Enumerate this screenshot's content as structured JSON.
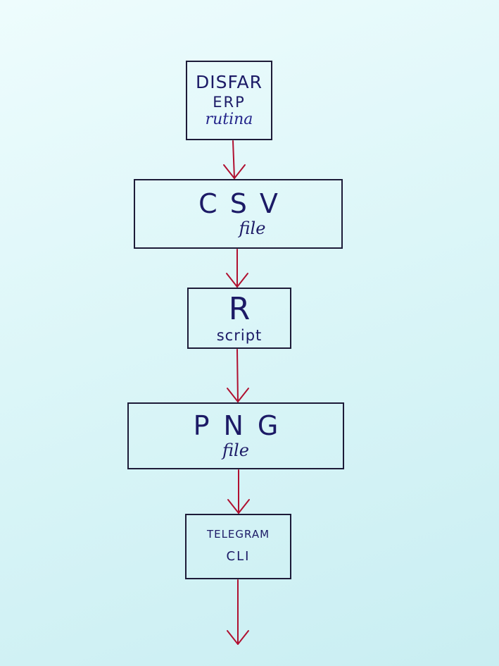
{
  "diagram": {
    "nodes": [
      {
        "id": "box-1",
        "lines": [
          "DISFAR",
          "ERP",
          "rutina"
        ]
      },
      {
        "id": "box-2",
        "lines": [
          "CSV",
          "file"
        ]
      },
      {
        "id": "box-3",
        "lines": [
          "R",
          "script"
        ]
      },
      {
        "id": "box-4",
        "lines": [
          "PNG",
          "file"
        ]
      },
      {
        "id": "box-5",
        "lines": [
          "TELEGRAM",
          "CLI"
        ]
      }
    ],
    "edges": [
      {
        "from": "box-1",
        "to": "box-2"
      },
      {
        "from": "box-2",
        "to": "box-3"
      },
      {
        "from": "box-3",
        "to": "box-4"
      },
      {
        "from": "box-4",
        "to": "box-5"
      },
      {
        "from": "box-5",
        "to": "output"
      }
    ],
    "colors": {
      "box_border": "#1d1b38",
      "text": "#1c1a66",
      "arrow": "#b01030",
      "paper": "#dcf6f8"
    }
  }
}
